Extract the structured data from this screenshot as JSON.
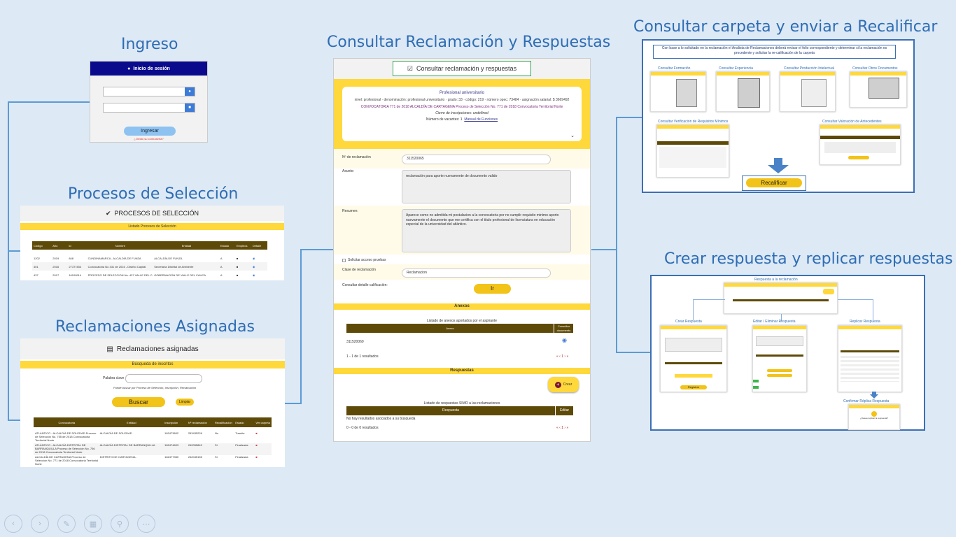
{
  "headings": {
    "ingreso": "Ingreso",
    "procesos": "Procesos de Selección",
    "reclamaciones": "Reclamaciones Asignadas",
    "consultar": "Consultar Reclamación y Respuestas",
    "carpeta": "Consultar carpeta y enviar a Recalificar",
    "crear": "Crear respuesta y replicar respuestas"
  },
  "login": {
    "header": "Inicio de sesión",
    "button": "Ingresar",
    "forgot": "¿Olvidó su contraseña?"
  },
  "procesos": {
    "title": "PROCESOS DE SELECCIÓN",
    "subtitle": "Listado Procesos de Selección",
    "columns": [
      "Código",
      "Año",
      "Id",
      "",
      "Nombre",
      "Entidad",
      "Estado",
      "Empleos",
      "Detalle"
    ],
    "rows": [
      [
        "1202",
        "2019",
        "848",
        "CUNDINAMARCA - ALCALDÍA DE FUNZA",
        "ALCALDÍA DE FUNZA",
        "A"
      ],
      [
        "401",
        "2016",
        "27727454",
        "Convocatoria No 431 de 2016 - Distrito Capital",
        "Secretaría Distrital de Ambiente",
        "A"
      ],
      [
        "437",
        "2017",
        "16109914",
        "PROCESO DE SELECCION No. 437 VALLE DEL CAUCA",
        "GOBERNACIÓN DE VALLE DEL CAUCA",
        "A"
      ]
    ]
  },
  "reclamaciones": {
    "title": "Reclamaciones asignadas",
    "subtitle": "Búsqueda de inscritos",
    "keyword_label": "Palabra clave",
    "hint": "Puede buscar por Proceso de Selección, Inscripción, Reclamación",
    "search_button": "Buscar",
    "clear_button": "Limpiar",
    "columns": [
      "Convocatoria",
      "Entidad",
      "Inscripción",
      "Nº reclamación",
      "Recalificación",
      "Estado",
      "Ver carpeta"
    ],
    "rows": [
      [
        "ATLÁNTICO - ALCALDÍA DE SOLEDAD Proceso de Selección No. 755 de 2018 Convocatoria Territorial Norte",
        "ALCALDÍA DE SOLEDAD",
        "182473602",
        "253435226",
        "No",
        "Tramite"
      ],
      [
        "ATLÁNTICO - ALCALDÍA DISTRITAL DE BARRANQUILLA Proceso de Selección No. 756 de 2018 Convocatoria Territorial Norte",
        "ALCALDÍA DISTRITAL DE BARRANQUILLA",
        "182474603",
        "242055842",
        "Si",
        "Finalizada"
      ],
      [
        "ALCALDÍA DE CARTAGENA Proceso de Selección No. 771 de 2018 Convocatoria Territorial Norte",
        "DISTRITO DE CARTAGENA-",
        "182477350",
        "242045155",
        "Si",
        "Finalizada"
      ]
    ]
  },
  "consulta": {
    "title": "Consultar reclamación y respuestas",
    "profile_title": "Profesional universitario",
    "profile_meta": "nivel: profesional · denominación: profesional universitario · grado: 33 · código: 219 · número opec: 73484 · asignación salarial: $ 3669492",
    "convocatoria": "CONVOCATORIA 771 de 2018 ALCALDÍA DE CARTAGENA Proceso de Selección No. 771 de 2018 Convocatoria Territorial Norte",
    "cierre": "Cierre de inscripciones: undefined",
    "vacantes": "Número de vacantes: 1",
    "manual": "Manual de Funciones",
    "reclamacion_label": "Nº de reclamación",
    "reclamacion_value": "311520065",
    "asunto_label": "Asunto:",
    "asunto_value": "reclamación para aporte nuevamente de documento valido",
    "resumen_label": "Resumen:",
    "resumen_value": "Aparece como no admitida mi postulacion a la convocatoria por no cumplir requisito minimo aporto nuevamente el documento que me certifica con el titulo profesional de licenciatura en educación especial de la universidad del atlántico.",
    "pruebas": "Solicitar acceso pruebas",
    "clase_label": "Clase de reclamación",
    "clase_value": "Reclamacion",
    "detalle_label": "Consultar detalle calificación:",
    "ir_button": "Ir",
    "anexos_bar": "Anexos",
    "anexos_list_title": "Listado de anexos aportados por el aspirante",
    "anexos_col": "Anexo",
    "anexos_col2": "Consultar documento",
    "anexo_value": "311520069",
    "anexos_paging": "1 - 1 de 1 resultados",
    "respuestas_bar": "Respuestas",
    "crear_button": "Crear",
    "respuestas_list_title": "Listado de respuestas SIMO a las reclamaciones",
    "respuesta_col": "Respuesta",
    "editar_col": "Editar",
    "empty": "No hay resultados asociados a su búsqueda",
    "respuestas_paging": "0 - 0 de 0 resultados"
  },
  "carpeta": {
    "note": "Con base a lo solicitado en la reclamación el Analista de Reclamaciones deberá revisar el folio correspondiente y determinar si la reclamación es procedente y solicitar la re-calificación de la carpeta",
    "thumbs": [
      "Consultar Formación",
      "Consultar Experiencia",
      "Consultar Producción Intelectual",
      "Consultar Otros Documentos",
      "Consultar Verificación de Requisitos Mínimos",
      "Consultar Valoración de Antecedentes"
    ],
    "button": "Recalificar"
  },
  "respuesta": {
    "top": "Respuesta a la reclamación",
    "crear": "Crear Respuesta",
    "editar": "Editar / Eliminar Respuesta",
    "replicar": "Replicar Respuesta",
    "confirmar": "Confirmar Réplica Respuesta",
    "registrar": "Registrar",
    "confirm_q": "¿Desea replicar la respuesta?"
  },
  "colors": {
    "yellow": "#ffd83b",
    "brown": "#5e4a08",
    "heading": "#2e6db4",
    "line": "#5b9bd5"
  }
}
